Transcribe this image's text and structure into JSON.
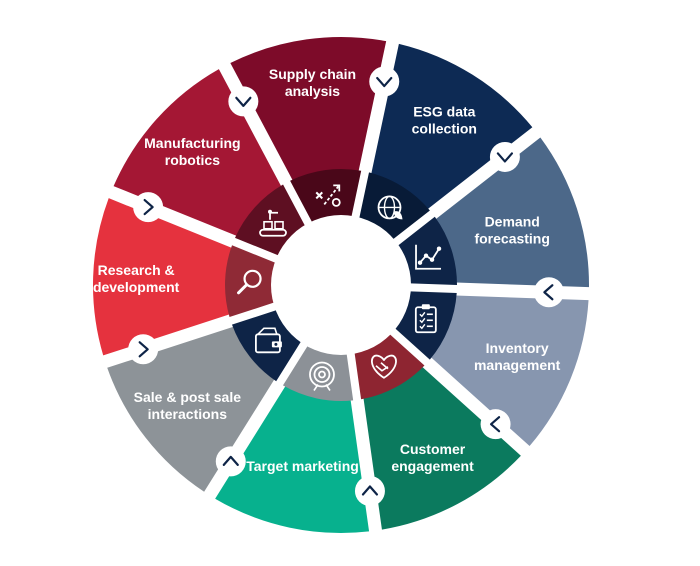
{
  "segments": [
    {
      "id": "research",
      "lines": [
        "Research &",
        "development"
      ],
      "color": "#E5323E",
      "inner_color": "#8F2A36",
      "icon": "magnifier-icon",
      "arrow": "right"
    },
    {
      "id": "manufacturing",
      "lines": [
        "Manufacturing",
        "robotics"
      ],
      "color": "#A41734",
      "inner_color": "#5E0F22",
      "icon": "robot-conveyor-icon",
      "arrow": "down"
    },
    {
      "id": "supply",
      "lines": [
        "Supply chain",
        "analysis"
      ],
      "color": "#7D0B29",
      "inner_color": "#4A0719",
      "icon": "strategy-play-icon",
      "arrow": "down"
    },
    {
      "id": "esg",
      "lines": [
        "ESG data",
        "collection"
      ],
      "color": "#0D2A54",
      "inner_color": "#081B37",
      "icon": "globe-leaf-icon",
      "arrow": "down"
    },
    {
      "id": "demand",
      "lines": [
        "Demand",
        "forecasting"
      ],
      "color": "#4C6889",
      "inner_color": "#0E2447",
      "icon": "line-chart-icon",
      "arrow": "left"
    },
    {
      "id": "inventory",
      "lines": [
        "Inventory",
        "management"
      ],
      "color": "#8796AF",
      "inner_color": "#0E2447",
      "icon": "clipboard-list-icon",
      "arrow": "left"
    },
    {
      "id": "customer",
      "lines": [
        "Customer",
        "engagement"
      ],
      "color": "#0B7A5E",
      "inner_color": "#8E2531",
      "icon": "handshake-heart-icon",
      "arrow": "up"
    },
    {
      "id": "target",
      "lines": [
        "Target marketing"
      ],
      "color": "#07B18E",
      "inner_color": "#8C9197",
      "icon": "target-icon",
      "arrow": "up"
    },
    {
      "id": "sale",
      "lines": [
        "Sale & post sale",
        "interactions"
      ],
      "color": "#8D9398",
      "inner_color": "#0E2447",
      "icon": "wallet-icon",
      "arrow": "right"
    }
  ]
}
